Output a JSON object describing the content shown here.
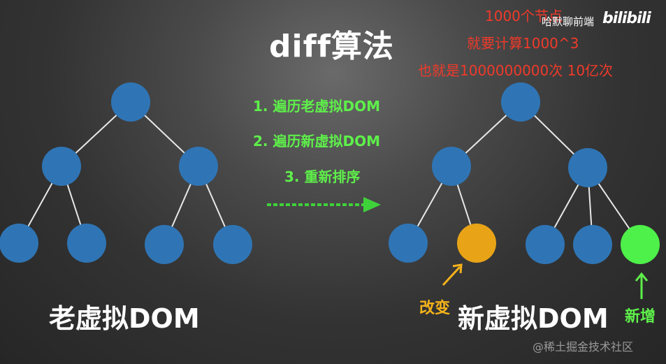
{
  "title": "diff算法",
  "steps": [
    "1. 遍历老虚拟DOM",
    "2. 遍历新虚拟DOM",
    "3. 重新排序"
  ],
  "complexity_note": [
    "1000个节点",
    "就要计算1000^3",
    "也就是1000000000次 10亿次"
  ],
  "author": "哈默聊前端",
  "platform_logo": "bilibili",
  "old_tree_label": "老虚拟DOM",
  "new_tree_label": "新虚拟DOM",
  "changed_label": "改变",
  "added_label": "新增",
  "watermark": "@稀土掘金技术社区",
  "colors": {
    "node_default": "#2f75b5",
    "node_changed": "#e8a317",
    "node_added": "#4ef04a",
    "edge": "#e8e8e8",
    "step_text": "#5ef04a",
    "note_text": "#f03a2a",
    "changed_text": "#f5b31a"
  }
}
